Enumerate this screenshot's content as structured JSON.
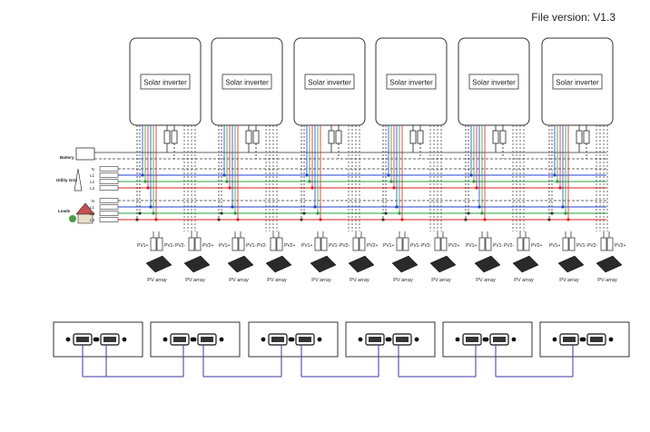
{
  "header": {
    "file_version": "File version: V1.3"
  },
  "inverters": [
    {
      "label": "Solar inverter"
    },
    {
      "label": "Solar inverter"
    },
    {
      "label": "Solar inverter"
    },
    {
      "label": "Solar inverter"
    },
    {
      "label": "Solar inverter"
    },
    {
      "label": "Solar inverter"
    }
  ],
  "left_labels": {
    "battery": "Battery",
    "utility": "Utility Grid",
    "loads": "Loads"
  },
  "terminal_labels": {
    "grid": [
      "N",
      "L1",
      "L2",
      "L3"
    ],
    "loads": [
      "N",
      "L1",
      "L2",
      "L3"
    ]
  },
  "pv_labels": {
    "pv1_pos": "PV1+",
    "pv1_neg": "PV1-",
    "pv2_neg": "PV2-",
    "pv2_pos": "PV2+",
    "array": "PV array"
  },
  "colors": {
    "red": "#e02020",
    "green": "#20a040",
    "blue": "#2040d0",
    "neutral": "#333333",
    "comm": "#3a3aa0"
  },
  "comm_modules": 6
}
